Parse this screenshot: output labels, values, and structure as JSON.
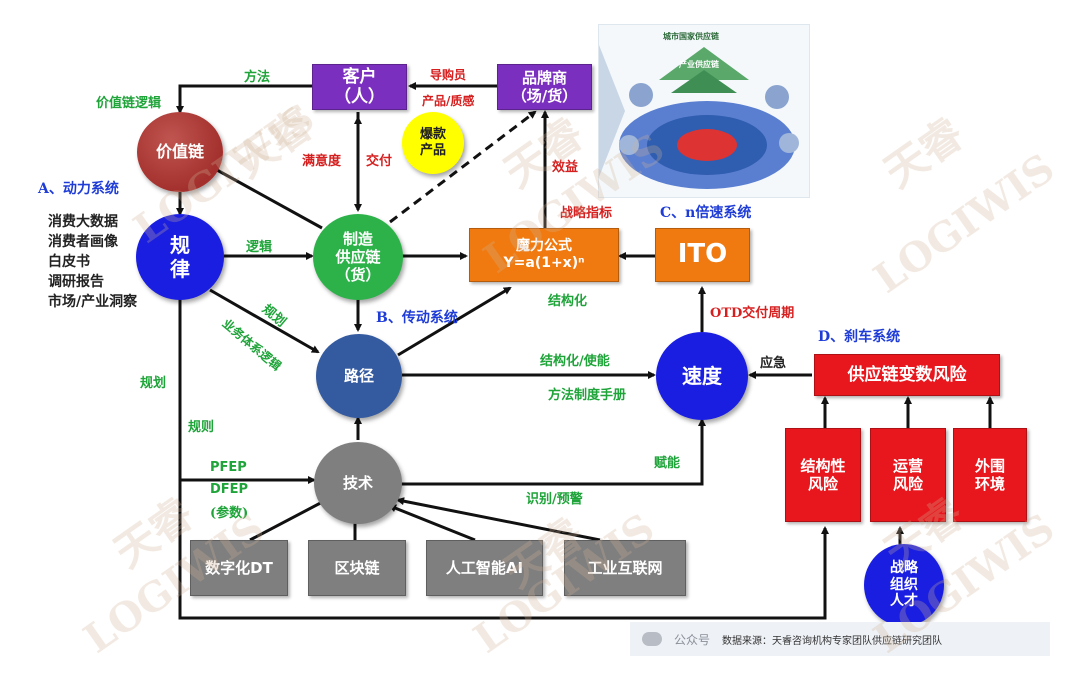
{
  "nodes": {
    "customer": "客户\n（人）",
    "brand": "品牌商\n（场/货）",
    "hot_product": "爆款\n产品",
    "value_chain": "价值链",
    "law": "规\n律",
    "mfg_chain": "制造\n供应链\n（货）",
    "magic_formula": "魔力公式\nY=a(1+x)ⁿ",
    "ito": "ITO",
    "path": "路径",
    "speed": "速度",
    "tech": "技术",
    "risk_title": "供应链变数风险",
    "risk_struct": "结构性\n风险",
    "risk_ops": "运营\n风险",
    "risk_ext": "外围\n环境",
    "strategy_talent": "战略\n组织\n人才",
    "digital": "数字化DT",
    "blockchain": "区块链",
    "ai": "人工智能AI",
    "iiot": "工业互联网"
  },
  "systems": {
    "a": "A、动力系统",
    "b": "B、传动系统",
    "c": "C、n倍速系统",
    "d": "D、刹车系统"
  },
  "labels": {
    "method": "方法",
    "value_logic": "价值链逻辑",
    "guide_buyer": "导购员",
    "product_quality": "产品/质感",
    "satisfaction": "满意度",
    "delivery": "交付",
    "benefit": "效益",
    "strategy_index": "战略指标",
    "logic": "逻辑",
    "structuring": "结构化",
    "plan1": "规划",
    "business_logic": "业务体系逻辑",
    "otd": "OTD交付周期",
    "emergency": "应急",
    "struct_enable": "结构化/使能",
    "method_manual": "方法制度手册",
    "plan2": "规划",
    "rules": "规则",
    "pfep": "PFEP",
    "dfep": "DFEP",
    "params": "(参数)",
    "empower": "赋能",
    "identify_warn": "识别/预警"
  },
  "left_list": [
    "消费大数据",
    "消费者画像",
    "白皮书",
    "调研报告",
    "市场/产业洞察"
  ],
  "thumbnail": {
    "title": "城市国家供应链",
    "subtitle": "产业供应链"
  },
  "footer": {
    "wechat": "公众号",
    "source": "数据来源：天睿咨询机构专家团队供应链研究团队"
  },
  "watermark": {
    "cn": "天睿",
    "en": "LOGIWIS"
  },
  "colors": {
    "purple": "#7b2fbf",
    "orange": "#f07a10",
    "blue": "#1a1ee0",
    "green": "#2db24a",
    "red": "#e8171d",
    "gray": "#7f7f7f",
    "yellow": "#ffff00",
    "slate": "#345aa0",
    "brown": "#a3302d"
  }
}
